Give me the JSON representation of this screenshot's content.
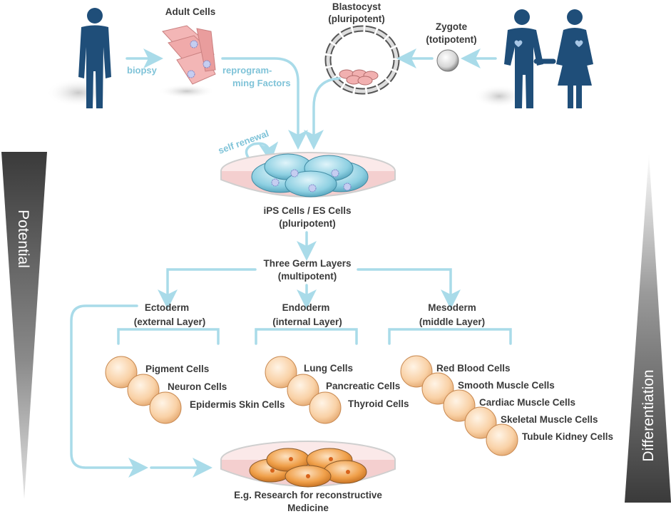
{
  "labels": {
    "adult_cells": "Adult Cells",
    "biopsy": "biopsy",
    "reprogramming_1": "reprogram-",
    "reprogramming_2": "ming Factors",
    "blastocyst_1": "Blastocyst",
    "blastocyst_2": "(pluripotent)",
    "zygote_1": "Zygote",
    "zygote_2": "(totipotent)",
    "self_renewal": "self renewal",
    "ips_1": "iPS Cells / ES Cells",
    "ips_2": "(pluripotent)",
    "germ_1": "Three Germ Layers",
    "germ_2": "(multipotent)",
    "ecto_1": "Ectoderm",
    "ecto_2": "(external Layer)",
    "endo_1": "Endoderm",
    "endo_2": "(internal Layer)",
    "meso_1": "Mesoderm",
    "meso_2": "(middle Layer)",
    "medicine_1": "E.g. Research for reconstructive",
    "medicine_2": "Medicine",
    "potential": "Potential",
    "differentiation": "Differentiation"
  },
  "ectoderm_cells": [
    "Pigment Cells",
    "Neuron Cells",
    "Epidermis Skin Cells"
  ],
  "endoderm_cells": [
    "Lung Cells",
    "Pancreatic Cells",
    "Thyroid Cells"
  ],
  "mesoderm_cells": [
    "Red Blood Cells",
    "Smooth Muscle Cells",
    "Cardiac Muscle Cells",
    "Skeletal Muscle Cells",
    "Tubule Kidney Cells"
  ],
  "colors": {
    "person": "#1f4e79",
    "arrow": "#a9dbe9",
    "cyan_text": "#7fc3d8",
    "adult_cell": "#f3b6b6",
    "stem_cell": "#8ed0e2",
    "diff_cell": "#f9d1a6",
    "orange_cell": "#f0a04a",
    "dish_fill": "#f6d2d2"
  }
}
